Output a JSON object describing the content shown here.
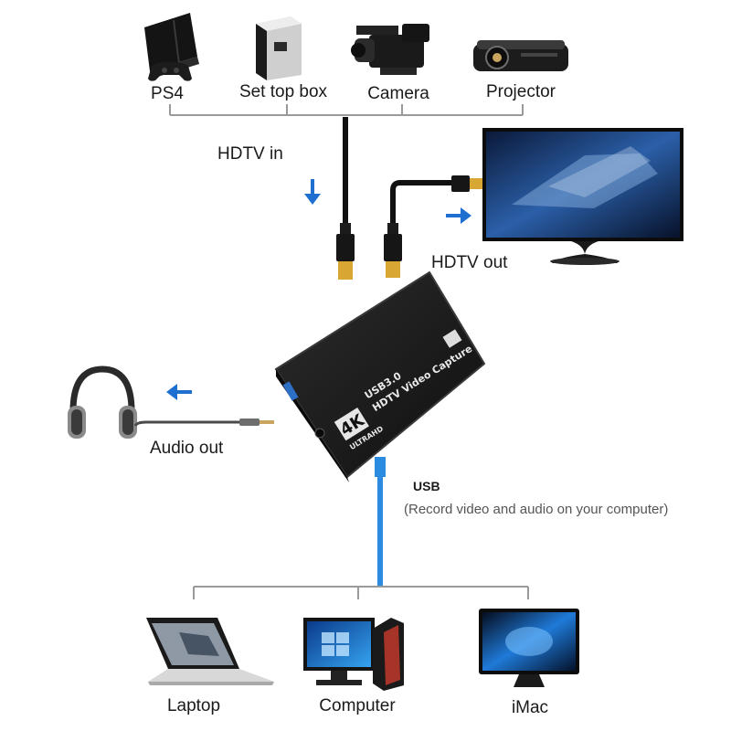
{
  "sources": {
    "ps4": "PS4",
    "set_top_box": "Set top box",
    "camera": "Camera",
    "projector": "Projector"
  },
  "hdtv_in": "HDTV in",
  "hdtv_out": "HDTV out",
  "audio_out": "Audio out",
  "usb": {
    "label": "USB",
    "note": "(Record video and audio on your computer)"
  },
  "device": {
    "badge_4k": "4K",
    "ultrahd": "ULTRAHD",
    "usb3": "USB3.0",
    "model": "HDTV Video Capture"
  },
  "targets": {
    "laptop": "Laptop",
    "computer": "Computer",
    "imac": "iMac"
  },
  "colors": {
    "arrow": "#1f6fd1",
    "usb_cable": "#2a8be0",
    "device_body": "#1b1b1b",
    "hdmi_gold": "#d8a632"
  }
}
